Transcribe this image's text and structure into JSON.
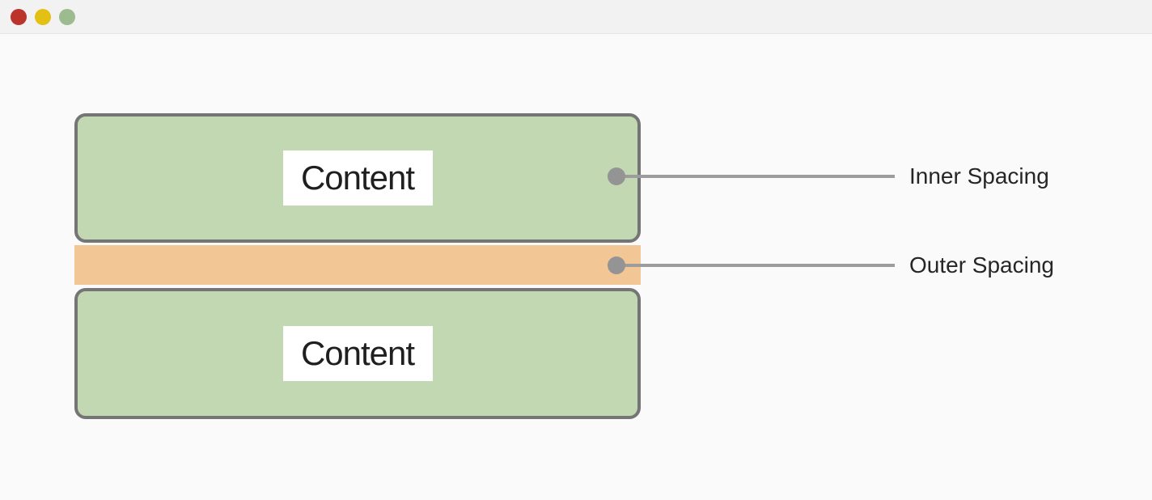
{
  "window": {
    "titlebar": {
      "buttons": [
        {
          "name": "close",
          "color": "#bb332b"
        },
        {
          "name": "minimize",
          "color": "#e3c013"
        },
        {
          "name": "zoom",
          "color": "#9cbb8f"
        }
      ]
    }
  },
  "diagram": {
    "content_boxes": [
      {
        "label": "Content"
      },
      {
        "label": "Content"
      }
    ],
    "callouts": [
      {
        "label": "Inner Spacing"
      },
      {
        "label": "Outer Spacing"
      }
    ],
    "colors": {
      "content_fill": "#c2d8b2",
      "content_border": "#757575",
      "spacer_fill": "#f3c795",
      "connector_line": "#9c9c9c",
      "connector_dot": "#949494"
    }
  }
}
